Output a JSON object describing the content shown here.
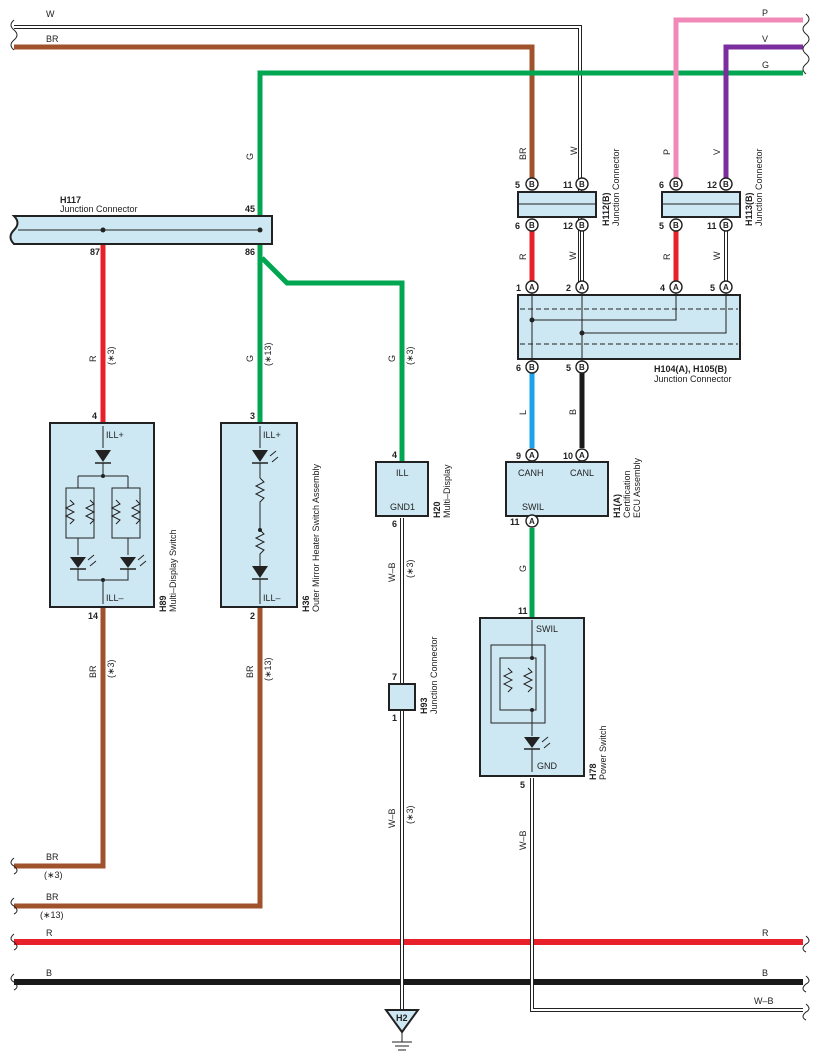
{
  "colors": {
    "W": "#ffffff",
    "BR": "#a0522d",
    "G": "#00a650",
    "P": "#f088b8",
    "V": "#7b2f9e",
    "R": "#e8202a",
    "L": "#1aa3e8",
    "B": "#1a1a1a",
    "box_fill": "#cde8f3"
  },
  "wire_labels": {
    "W": "W",
    "BR": "BR",
    "G": "G",
    "P": "P",
    "V": "V",
    "R": "R",
    "L": "L",
    "B": "B",
    "WB": "W–B"
  },
  "notes": {
    "n3": "(∗3)",
    "n13": "(∗13)"
  },
  "connectors": {
    "h117": {
      "id": "H117",
      "name": "Junction Connector"
    },
    "h112": {
      "id": "H112(B)",
      "name": "Junction Connector"
    },
    "h113": {
      "id": "H113(B)",
      "name": "Junction Connector"
    },
    "h104": {
      "id": "H104(A), H105(B)",
      "name": "Junction Connector"
    },
    "h89": {
      "id": "H89",
      "name": "Multi–Display Switch"
    },
    "h36": {
      "id": "H36",
      "name": "Outer Mirror Heater Switch Assembly"
    },
    "h20": {
      "id": "H20",
      "name": "Multi–Display"
    },
    "h1": {
      "id": "H1(A)",
      "name1": "Certification",
      "name2": "ECU Assembly"
    },
    "h93": {
      "id": "H93",
      "name": "Junction Connector"
    },
    "h78": {
      "id": "H78",
      "name": "Power Switch"
    },
    "h2": {
      "id": "H2"
    }
  },
  "terminals": {
    "ill_plus": "ILL+",
    "ill_minus": "ILL–",
    "ill": "ILL",
    "gnd1": "GND1",
    "canh": "CANH",
    "canl": "CANL",
    "swil": "SWIL",
    "gnd": "GND"
  },
  "pins": {
    "p45": "45",
    "p86": "86",
    "p87": "87",
    "p4": "4",
    "p3": "3",
    "p14": "14",
    "p2": "2",
    "p6": "6",
    "p7": "7",
    "p1": "1",
    "p11": "11",
    "p5": "5",
    "p12": "12",
    "p9": "9",
    "p10": "10",
    "A": "A",
    "B": "B"
  }
}
